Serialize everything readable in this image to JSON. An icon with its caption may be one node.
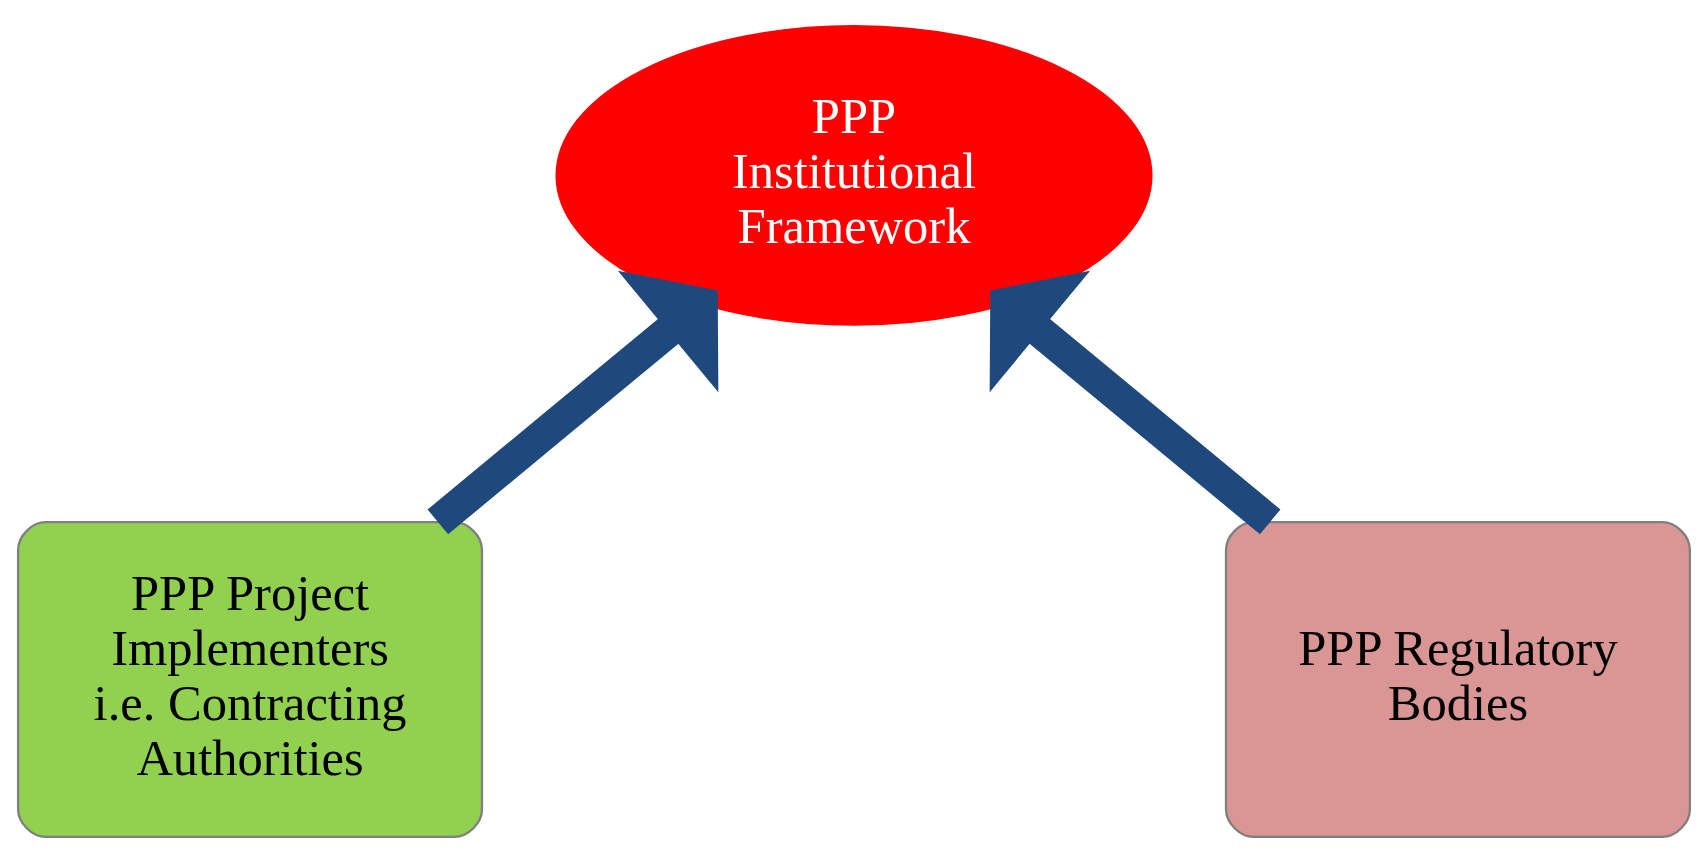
{
  "diagram": {
    "nodes": [
      {
        "text": [
          "PPP Institutional Framework"
        ]
      },
      {
        "text": [
          "PPP Project Implementers i.e. Contracting Authorities"
        ]
      },
      {
        "text": [
          "PPP Regulatory Bodies"
        ]
      }
    ],
    "edges": [
      {
        "from": 1,
        "to": 0,
        "arrow": "to"
      },
      {
        "from": 2,
        "to": 0,
        "arrow": "to"
      }
    ]
  }
}
